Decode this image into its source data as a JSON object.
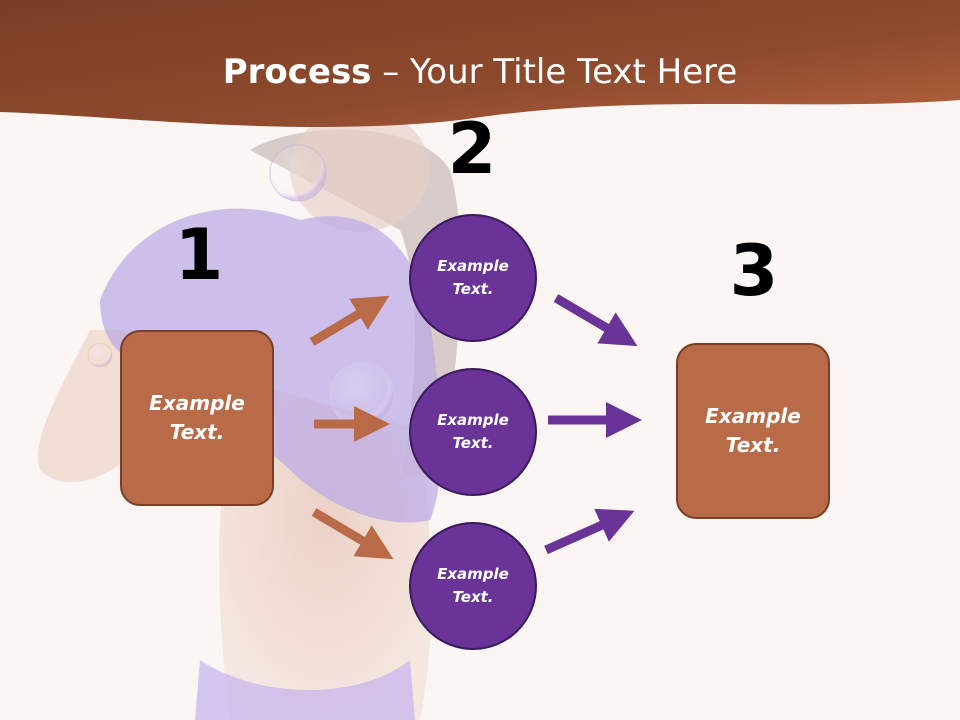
{
  "title": {
    "bold": "Process",
    "rest": " – Your Title Text Here"
  },
  "colors": {
    "header": "#7d4128",
    "box": "#b96a47",
    "circle": "#6a3398",
    "arrow_left": "#b96a47",
    "arrow_right": "#6a3398"
  },
  "steps": [
    "1",
    "2",
    "3"
  ],
  "left_box": {
    "text": "Example Text."
  },
  "circles": [
    {
      "text": "Example Text."
    },
    {
      "text": "Example Text."
    },
    {
      "text": "Example Text."
    }
  ],
  "right_box": {
    "text": "Example Text."
  }
}
